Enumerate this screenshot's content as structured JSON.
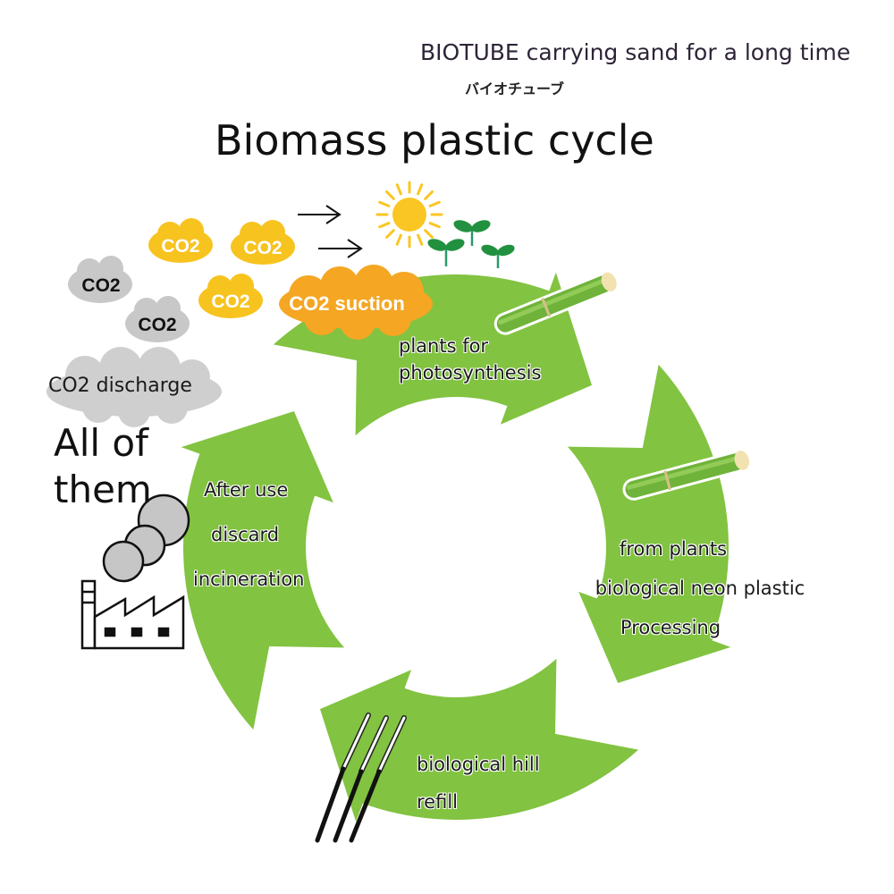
{
  "header": {
    "subtitle": "BIOTUBE carrying sand for a long time",
    "japanese_label": "バイオチューブ",
    "title": "Biomass plastic cycle"
  },
  "co2_clouds": {
    "yellow": [
      "CO2",
      "CO2",
      "CO2"
    ],
    "gray": [
      "CO2",
      "CO2"
    ],
    "suction_label": "CO2 suction",
    "discharge_label": "CO2 discharge"
  },
  "side_note": {
    "line1": "All of",
    "line2": "them"
  },
  "cycle_stages": [
    {
      "id": "photosynthesis",
      "lines": [
        "plants for",
        "photosynthesis"
      ]
    },
    {
      "id": "processing",
      "lines": [
        "from plants",
        "biological neon plastic",
        "Processing"
      ]
    },
    {
      "id": "refill",
      "lines": [
        "biological hill",
        "refill"
      ]
    },
    {
      "id": "disposal",
      "lines": [
        "After use",
        "discard",
        "incineration"
      ]
    }
  ],
  "colors": {
    "arrow_green": "#82c341",
    "co2_yellow": "#f7c31f",
    "co2_orange": "#f5a623",
    "co2_gray": "#c8c8c8",
    "sun": "#f9c623",
    "sprout": "#22913f"
  }
}
